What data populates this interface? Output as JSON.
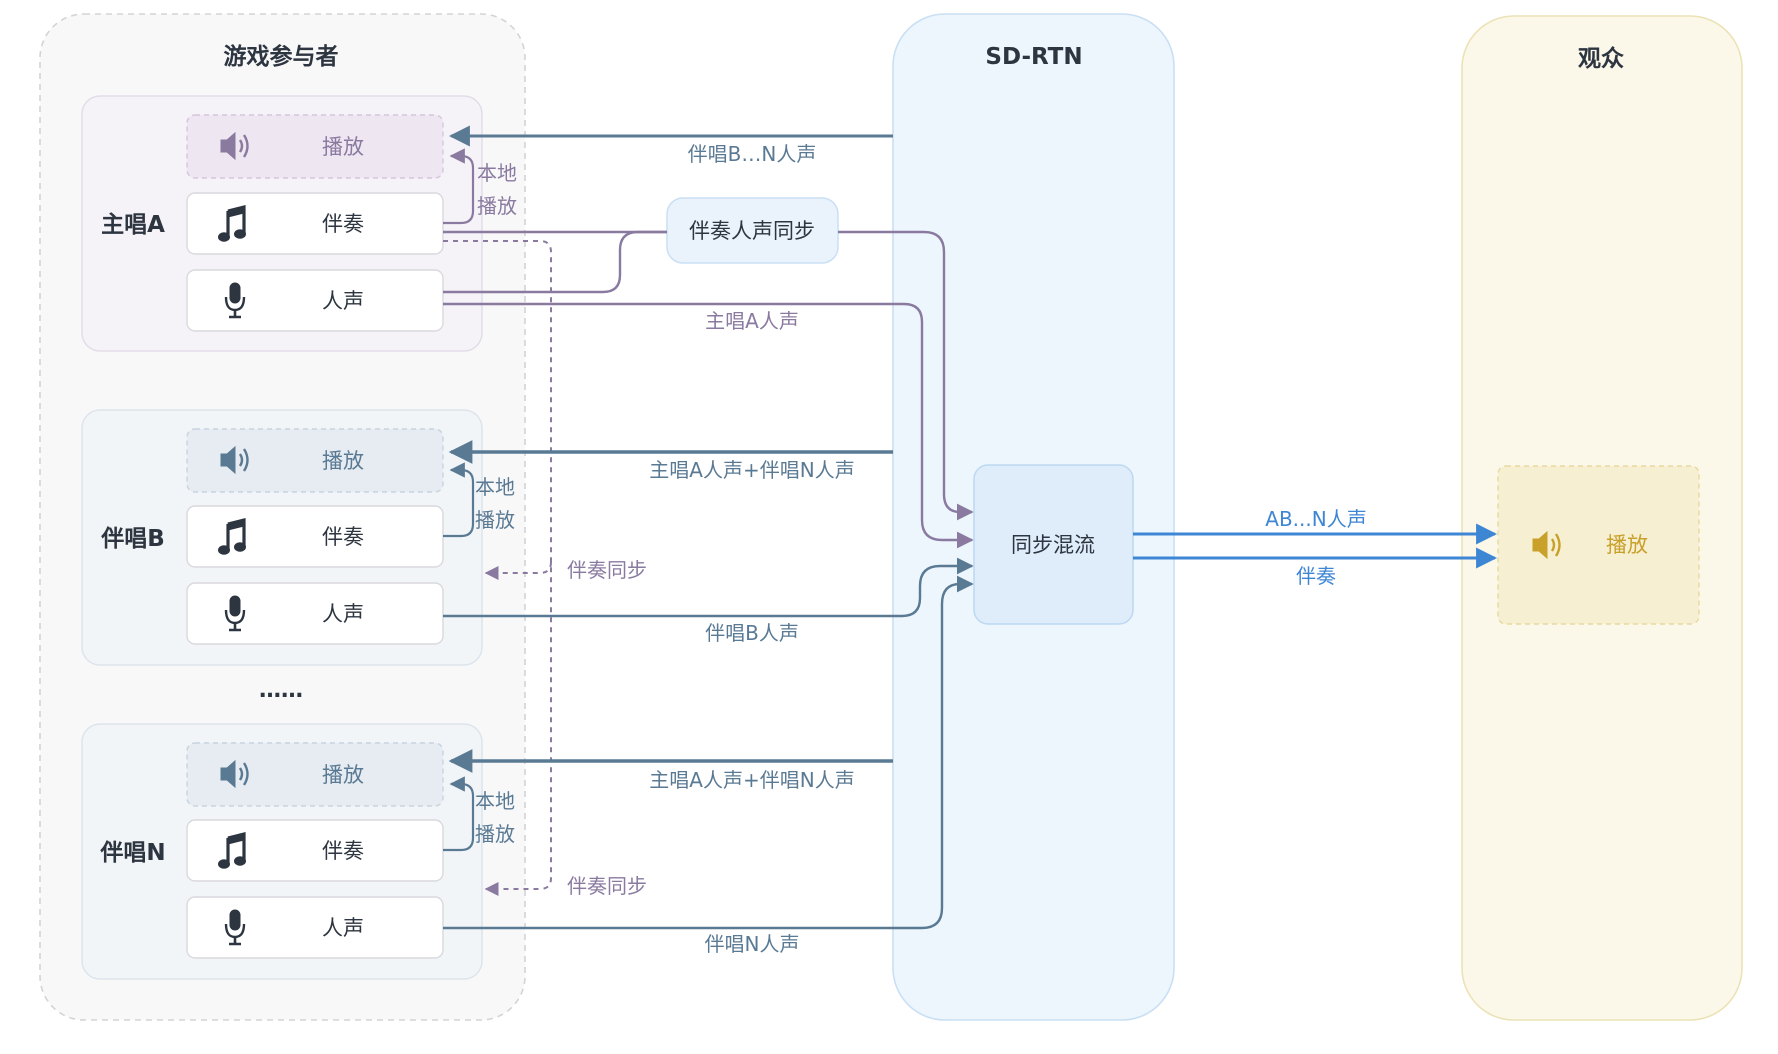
{
  "columns": {
    "participants": "游戏参与者",
    "sdrtn": "SD-RTN",
    "audience": "观众"
  },
  "singers": [
    {
      "name": "主唱A",
      "play": "播放",
      "accomp": "伴奏",
      "voice": "人声",
      "local_1": "本地",
      "local_2": "播放"
    },
    {
      "name": "伴唱B",
      "play": "播放",
      "accomp": "伴奏",
      "voice": "人声",
      "local_1": "本地",
      "local_2": "播放"
    },
    {
      "name": "伴唱N",
      "play": "播放",
      "accomp": "伴奏",
      "voice": "人声",
      "local_1": "本地",
      "local_2": "播放"
    }
  ],
  "ellipsis": "……",
  "sync_box": "伴奏人声同步",
  "mix_box": "同步混流",
  "audience_play": "播放",
  "edges": {
    "to_a": "伴唱B…N人声",
    "from_a": "主唱A人声",
    "to_b": "主唱A人声+伴唱N人声",
    "from_b": "伴唱B人声",
    "to_n": "主唱A人声+伴唱N人声",
    "from_n": "伴唱N人声",
    "sync_b": "伴奏同步",
    "sync_n": "伴奏同步",
    "out_voice": "AB...N人声",
    "out_accomp": "伴奏"
  },
  "colors": {
    "purple": "#8a7aa0",
    "slate": "#5a7a94",
    "blue": "#3d86d4",
    "gold": "#c9a02a",
    "dark": "#2d3540"
  },
  "icons": [
    "speaker-icon",
    "music-note-icon",
    "microphone-icon"
  ]
}
